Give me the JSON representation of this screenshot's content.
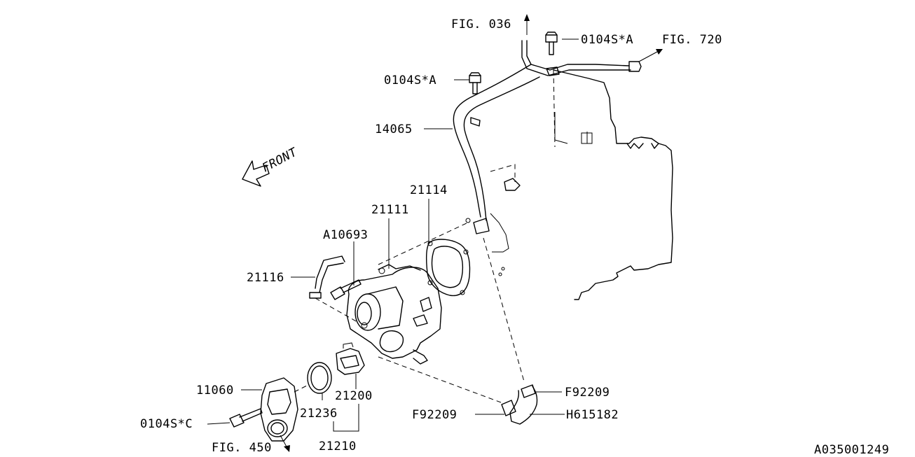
{
  "diagram": {
    "labels": {
      "fig036": "FIG. 036",
      "bolt_a_top": "0104S*A",
      "fig720": "FIG. 720",
      "bolt_a_mid": "0104S*A",
      "pipe": "14065",
      "front": "FRONT",
      "gasket_21114": "21114",
      "pump_21111": "21111",
      "bolt_a10693": "A10693",
      "pipe_21116": "21116",
      "cover_11060": "11060",
      "thermostat_21200": "21200",
      "bolt_c": "0104S*C",
      "gasket_21236": "21236",
      "fig450": "FIG. 450",
      "assy_21210": "21210",
      "clamp_upper": "F92209",
      "clamp_lower": "F92209",
      "hose": "H615182",
      "diagram_id": "A035001249"
    }
  }
}
